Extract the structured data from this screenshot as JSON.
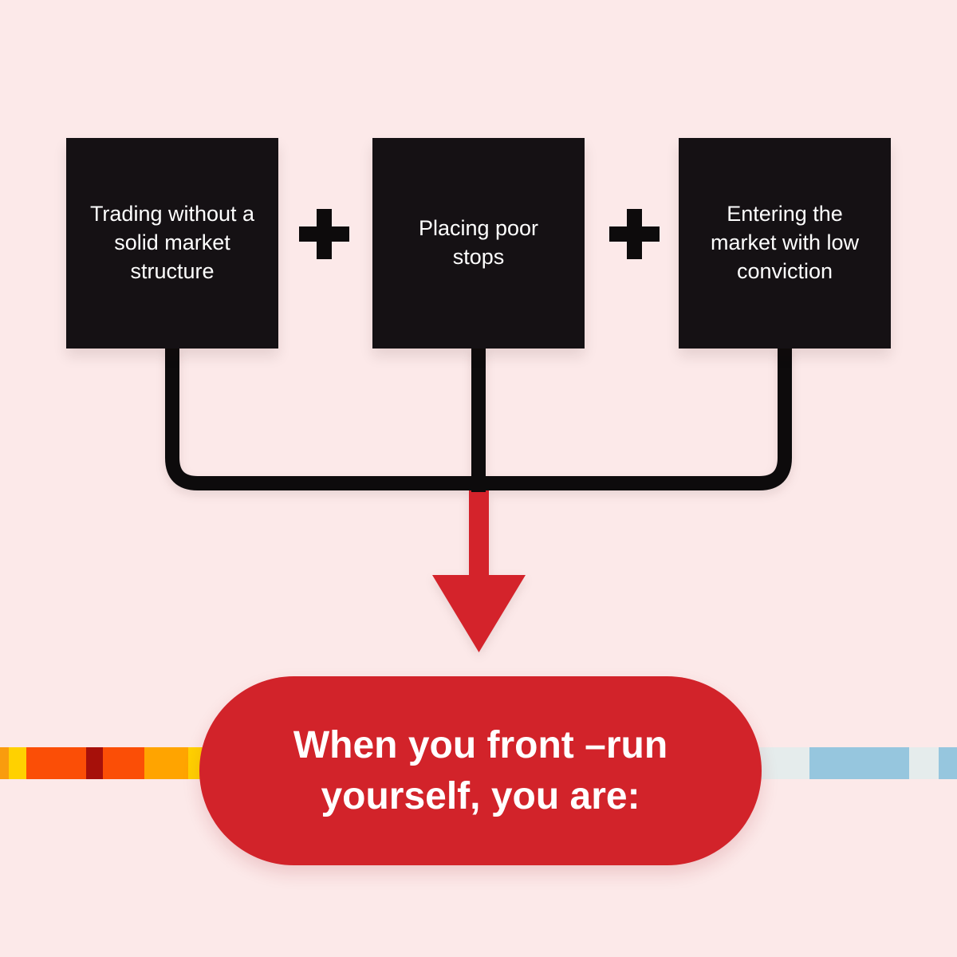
{
  "title": "Front-running yourself infographic",
  "colors": {
    "bg": "#fce9e9",
    "box-ink": "#151114",
    "line-ink": "#0d0b0c",
    "pill-red": "#d2232a",
    "arrow-red": "#d4232b",
    "text-light": "#ffffff"
  },
  "boxes": [
    {
      "label": "Trading without a solid market structure"
    },
    {
      "label": "Placing poor stops"
    },
    {
      "label": "Entering the market with low conviction"
    }
  ],
  "icons": {
    "plus": "+",
    "down_arrow": "▼"
  },
  "pill": {
    "lines": [
      "When you front –run",
      "yourself, you are:"
    ]
  },
  "stripes": {
    "left": [
      {
        "w": 11,
        "color": "#f99c0e"
      },
      {
        "w": 22,
        "color": "#ffd100"
      },
      {
        "w": 75,
        "color": "#fb4e06"
      },
      {
        "w": 21,
        "color": "#a6100a"
      },
      {
        "w": 52,
        "color": "#fb4e06"
      },
      {
        "w": 55,
        "color": "#ffa400"
      },
      {
        "w": 18,
        "color": "#ffd100"
      }
    ],
    "right": [
      {
        "w": 63,
        "color": "#e5ecec"
      },
      {
        "w": 125,
        "color": "#96c6de"
      },
      {
        "w": 37,
        "color": "#e5ecec"
      },
      {
        "w": 23,
        "color": "#96c6de"
      }
    ]
  }
}
